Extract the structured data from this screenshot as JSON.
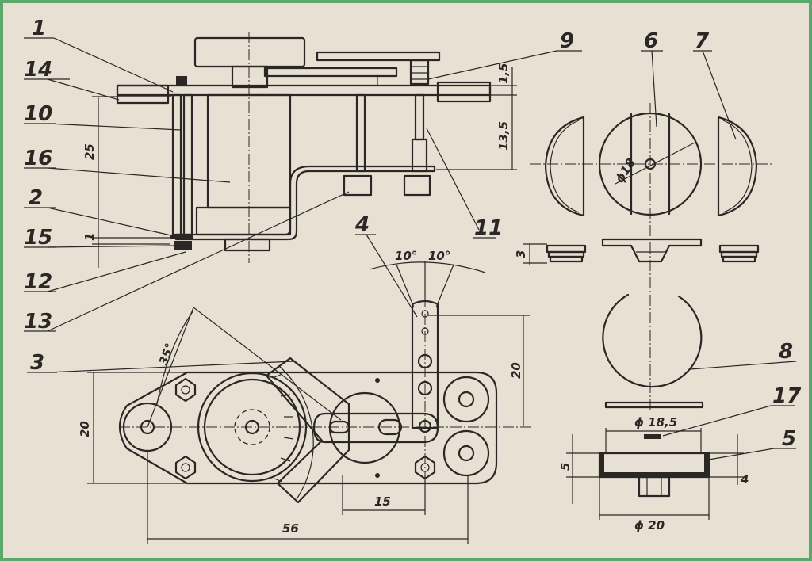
{
  "labels": {
    "l1": "1",
    "l14": "14",
    "l10": "10",
    "l16": "16",
    "l2": "2",
    "l15": "15",
    "l12": "12",
    "l13": "13",
    "l9": "9",
    "l11": "11",
    "l6": "6",
    "l7": "7",
    "l4": "4",
    "l3": "3",
    "l8": "8",
    "l17": "17",
    "l5": "5"
  },
  "dims": {
    "d25": "25",
    "d1": "1",
    "d13_5": "13,5",
    "d1_5": "1,5",
    "d18": "ϕ18",
    "d3": "3",
    "d10a": "10°",
    "d10b": "10°",
    "d20_right": "20",
    "d35": "35°",
    "d20_left": "20",
    "d15": "15",
    "d56": "56",
    "d18_5": "ϕ 18,5",
    "d5": "5",
    "d4": "4",
    "d20_bottom": "ϕ 20"
  },
  "colors": {
    "border": "#5aa86a",
    "paper": "#e8e0d3",
    "ink": "#2a2724"
  }
}
